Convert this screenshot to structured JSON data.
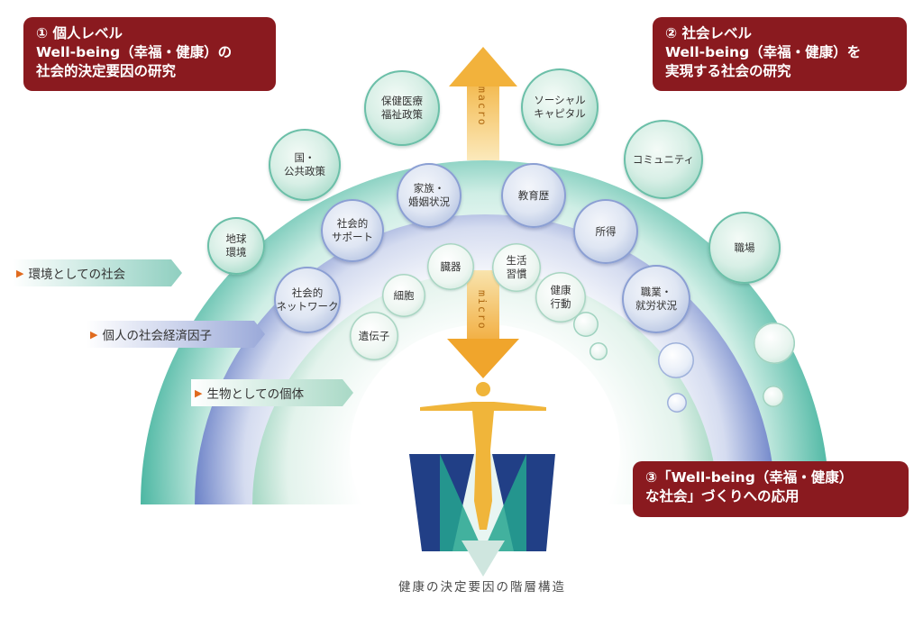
{
  "callouts": {
    "individual": [
      "① 個人レベル",
      "Well-being（幸福・健康）の",
      "社会的決定要因の研究"
    ],
    "society": [
      "② 社会レベル",
      "Well-being（幸福・健康）を",
      "実現する社会の研究"
    ],
    "application": [
      "③「Well-being（幸福・健康）",
      "な社会」づくりへの応用"
    ]
  },
  "outer_ring": [
    {
      "id": "global-environment",
      "text": "地球\n環境"
    },
    {
      "id": "national-public-policy",
      "text": "国・\n公共政策"
    },
    {
      "id": "health-welfare-policy",
      "text": "保健医療\n福祉政策"
    },
    {
      "id": "social-capital",
      "text": "ソーシャル\nキャピタル"
    },
    {
      "id": "community",
      "text": "コミュニティ"
    },
    {
      "id": "workplace",
      "text": "職場"
    }
  ],
  "middle_ring": [
    {
      "id": "social-network",
      "text": "社会的\nネットワーク"
    },
    {
      "id": "social-support",
      "text": "社会的\nサポート"
    },
    {
      "id": "family-marital",
      "text": "家族・\n婚姻状況"
    },
    {
      "id": "education",
      "text": "教育歴"
    },
    {
      "id": "income",
      "text": "所得"
    },
    {
      "id": "occupation-employment",
      "text": "職業・\n就労状況"
    }
  ],
  "inner_ring": [
    {
      "id": "genes",
      "text": "遺伝子"
    },
    {
      "id": "cells",
      "text": "細胞"
    },
    {
      "id": "organs",
      "text": "臓器"
    },
    {
      "id": "lifestyle",
      "text": "生活\n習慣"
    },
    {
      "id": "health-behavior",
      "text": "健康\n行動"
    }
  ],
  "level_labels": {
    "environment": "環境としての社会",
    "socioeconomic": "個人の社会経済因子",
    "biological": "生物としての個体"
  },
  "arrows": {
    "up": "macro",
    "down": "micro"
  },
  "caption": "健康の決定要因の階層構造",
  "colors": {
    "callout_bg": "#8a1a1f",
    "outer_band": "#5fbfae",
    "middle_band": "#7f93d0",
    "inner_band": "#a9d9c6",
    "arrow": "#f2b23c",
    "label_marker": "#e06a1e",
    "figure": "#f0b53a",
    "base_navy": "#213f86",
    "base_teal": "#24a58f"
  }
}
